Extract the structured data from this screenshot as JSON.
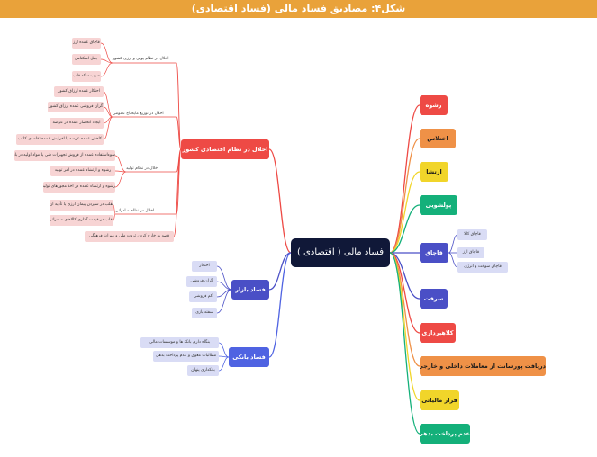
{
  "title": "شکل۴: مصادیق فساد مالی (فساد اقتصادی)",
  "center": "فساد مالی ( اقتصادی )",
  "right_branches": {
    "bribery": "رشوه",
    "embezzlement": "اختلاس",
    "graft": "ارتشا",
    "money_laundering": "پولشویی",
    "smuggling": {
      "label": "قاچاق",
      "children": [
        "قاچاق کالا",
        "قاچاق ارز",
        "قاچاق سوخت و انرژی"
      ]
    },
    "theft": "سرقت",
    "fraud": "کلاهبرداری",
    "commission": "دریافت پورسانت از معاملات داخلی و خارجی",
    "tax_evasion": "فرار مالیاتی",
    "non_payment": "عدم پرداخت بدهی"
  },
  "left_branches": {
    "economic_order": {
      "label": "اخلال در نظام اقتصادی کشور",
      "groups": [
        {
          "label": "اخلال در نظام پولی و ارزی کشور",
          "items": [
            "قاچاق عمده ارز",
            "جعل اسکناس",
            "ضرب سکه قلب"
          ]
        },
        {
          "label": "اخلال در توزیع مایحتاج عمومی",
          "items": [
            "احتکار عمده ارزاق کشور",
            "گران فروشی عمده ارزاق کشور",
            "ایجاد انحصار عمده در عرضه",
            "کاهش عمده عرضه یا افزایش عمده تقاضای کاذب"
          ]
        },
        {
          "label": "اخلال در نظام تولید",
          "items": [
            "سوءاستفاده عمده از فروش تجهیزات فنی یا مواد اولیه در بازار آزاد",
            "رشوه و ارتشاء عمده در امر تولید",
            "رشوه و ارتشاء عمده در اخذ مجوزهای تولیدی"
          ]
        },
        {
          "label": "اخلال در نظام صادراتی",
          "items": [
            "تقلب در سپردن پیمان ارزی یا تأدیه آن",
            "تقلب در قیمت گذاری کالاهای صادراتی"
          ]
        }
      ],
      "extra": "قصد به خارج کردن ثروت ملی و میراث فرهنگی"
    },
    "market": {
      "label": "فساد بازار",
      "items": [
        "احتکار",
        "گران فروشی",
        "کم فروشی",
        "سفته بازی"
      ]
    },
    "banking": {
      "label": "فساد بانکی",
      "items": [
        "بنگاه داری بانک ها و موسسات مالی",
        "مطالبات معوق و عدم پرداخت بدهی",
        "بانکداری پنهان"
      ]
    }
  },
  "colors": {
    "title_bar": "#e9a23a",
    "center": "#101838",
    "red": "#ee4a45",
    "orange": "#ef9147",
    "yellow": "#f1d52a",
    "green": "#14b07a",
    "indigo": "#4a4fc6",
    "blue": "#4f63e2",
    "pink_leaf": "#f7d4d4",
    "lavender_leaf": "#d9dcf5"
  }
}
